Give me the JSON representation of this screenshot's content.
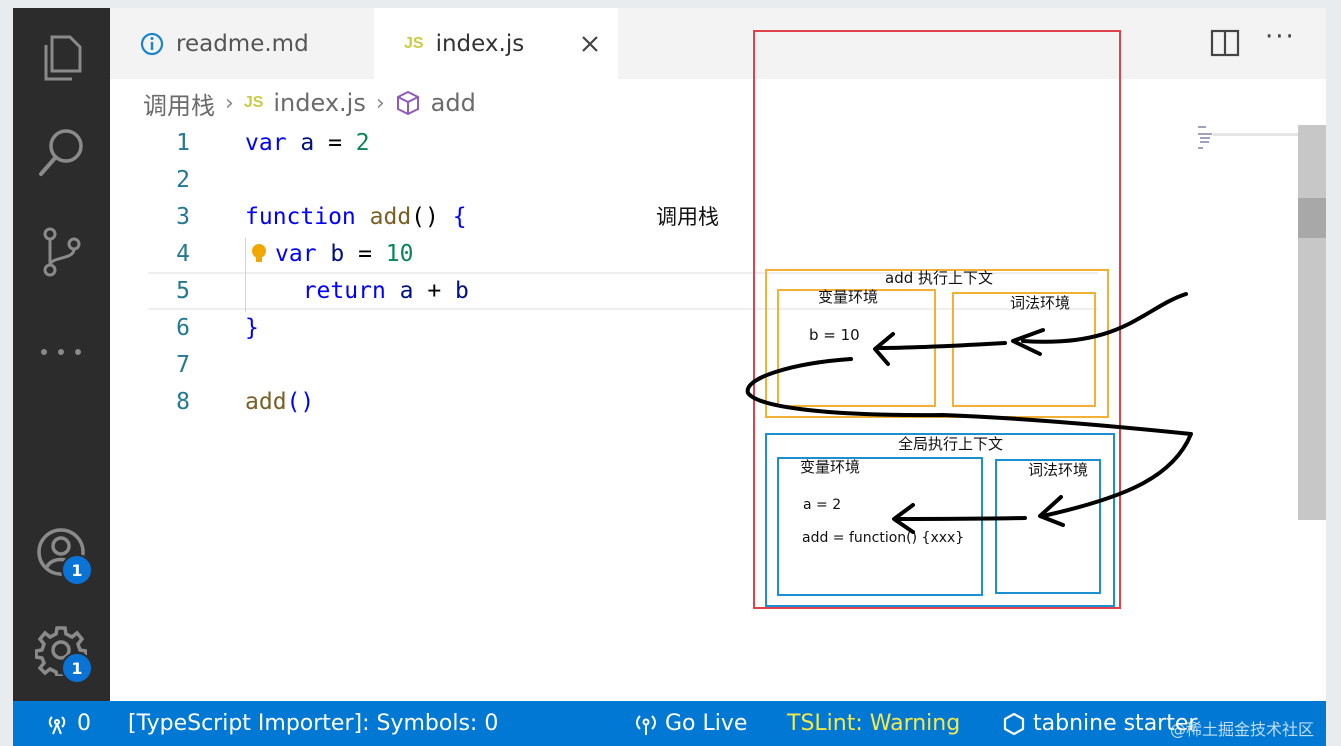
{
  "activity_bar": {
    "items": [
      {
        "icon": "files-icon"
      },
      {
        "icon": "search-icon"
      },
      {
        "icon": "source-control-icon"
      },
      {
        "icon": "more-icon"
      },
      {
        "icon": "account-icon",
        "badge": "1"
      },
      {
        "icon": "gear-icon",
        "badge": "1"
      }
    ]
  },
  "tabs": [
    {
      "label": "readme.md",
      "icon": "info-icon"
    },
    {
      "label": "index.js",
      "icon": "JS",
      "active": true
    }
  ],
  "editor_actions": {
    "split": "split-editor-icon",
    "more": "···"
  },
  "breadcrumb": {
    "folder": "调用栈",
    "file_icon": "JS",
    "file": "index.js",
    "symbol": "add"
  },
  "code": {
    "line_numbers": [
      "1",
      "2",
      "3",
      "4",
      "5",
      "6",
      "7",
      "8"
    ],
    "lines": [
      [
        {
          "t": "var",
          "c": "kw"
        },
        {
          "t": " a ",
          "c": "id"
        },
        {
          "t": "=",
          "c": "op"
        },
        {
          "t": " 2",
          "c": "num"
        }
      ],
      [],
      [
        {
          "t": "function",
          "c": "kw"
        },
        {
          "t": " add",
          "c": "fn"
        },
        {
          "t": "() ",
          "c": "op"
        },
        {
          "t": "{",
          "c": "kw"
        }
      ],
      [
        {
          "t": "var",
          "c": "kw"
        },
        {
          "t": " b ",
          "c": "id"
        },
        {
          "t": "=",
          "c": "op"
        },
        {
          "t": " 10",
          "c": "num"
        }
      ],
      [
        {
          "t": "  "
        },
        {
          "t": "return",
          "c": "kw"
        },
        {
          "t": " a ",
          "c": "id"
        },
        {
          "t": "+",
          "c": "op"
        },
        {
          "t": " b",
          "c": "id"
        }
      ],
      [
        {
          "t": "}",
          "c": "kw"
        }
      ],
      [],
      [
        {
          "t": "add",
          "c": "fn"
        },
        {
          "t": "()",
          "c": "kw"
        }
      ]
    ]
  },
  "diagram": {
    "title": "调用栈",
    "add_context": {
      "title": "add 执行上下文",
      "variable_env": "变量环境",
      "lexical_env": "词法环境",
      "values": [
        "b = 10"
      ]
    },
    "global_context": {
      "title": "全局执行上下文",
      "variable_env": "变量环境",
      "lexical_env": "词法环境",
      "values": [
        "a = 2",
        "add = function() {xxx}"
      ]
    },
    "colors": {
      "stack": "#e0424b",
      "add": "#f2b134",
      "global": "#1b8fd0"
    }
  },
  "status_bar": {
    "ports": "0",
    "importer": "[TypeScript Importer]: Symbols: 0",
    "go_live": "Go Live",
    "tslint": "TSLint: Warning",
    "tabnine": "tabnine starter",
    "watermark": "@稀土掘金技术社区"
  }
}
